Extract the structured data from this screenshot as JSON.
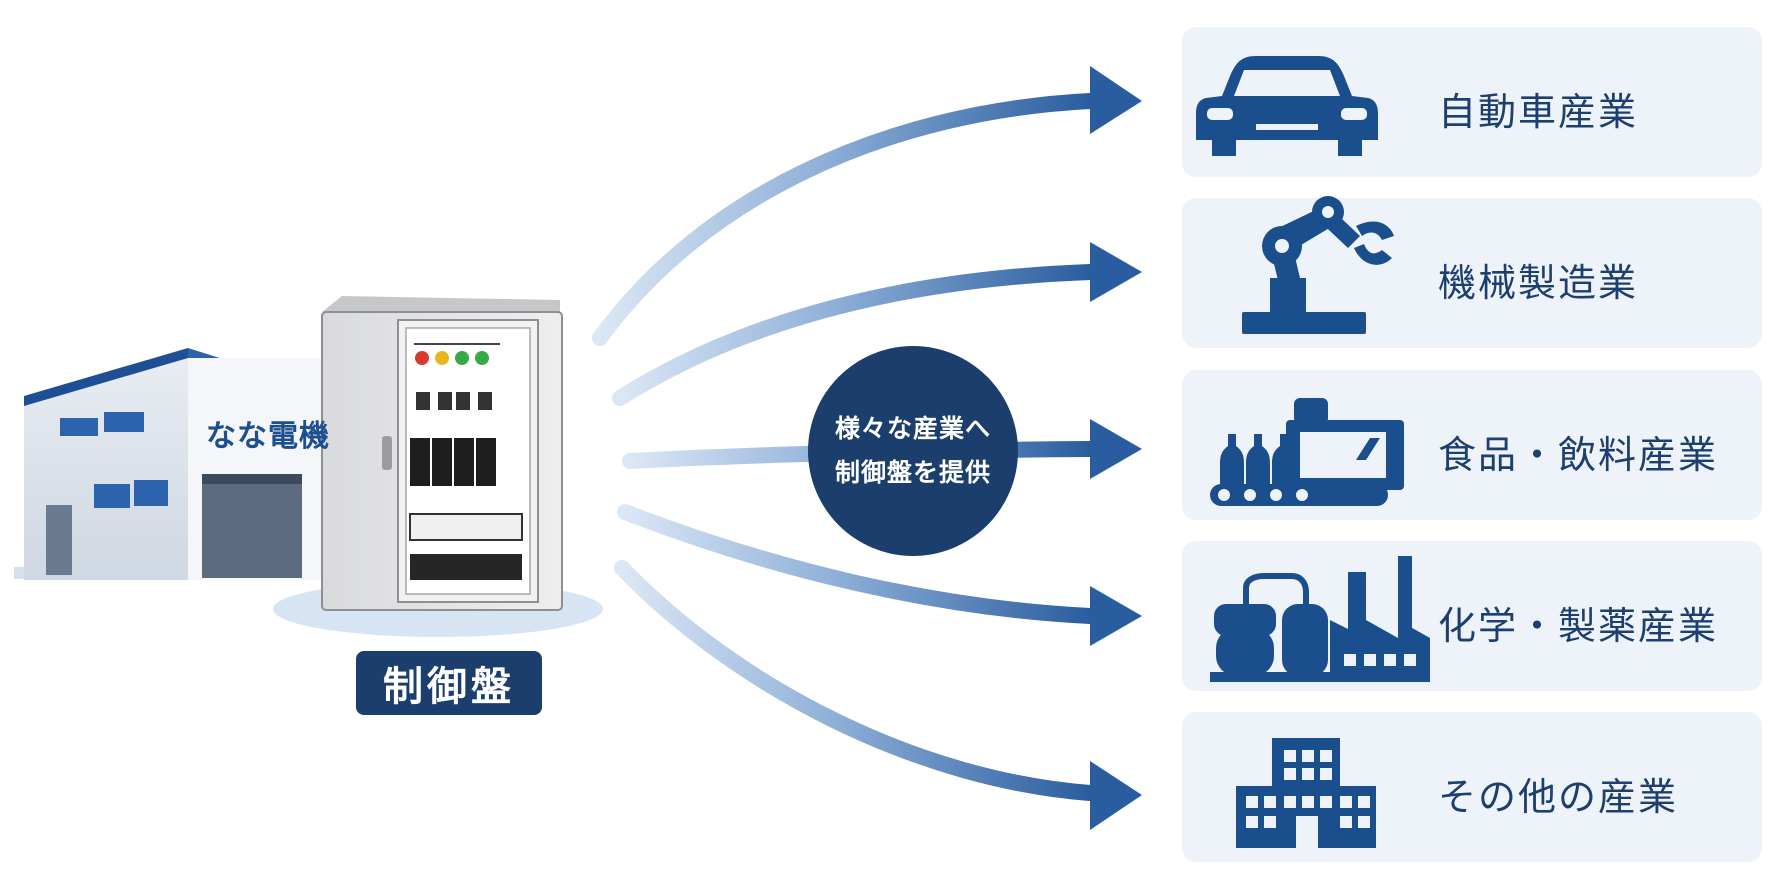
{
  "company": {
    "name": "なな電機"
  },
  "panel": {
    "label": "制御盤"
  },
  "center": {
    "line1": "様々な産業へ",
    "line2": "制御盤を提供"
  },
  "industries": [
    {
      "label": "自動車産業",
      "icon": "car-icon"
    },
    {
      "label": "機械製造業",
      "icon": "robot-arm-icon"
    },
    {
      "label": "食品・飲料産業",
      "icon": "food-factory-icon"
    },
    {
      "label": "化学・製薬産業",
      "icon": "chemical-plant-icon"
    },
    {
      "label": "その他の産業",
      "icon": "building-icon"
    }
  ],
  "colors": {
    "navy": "#1b3e6c",
    "accent_blue": "#2f63a6",
    "card_bg": "#eef3f9",
    "arrow_light": "#c9daf0"
  }
}
